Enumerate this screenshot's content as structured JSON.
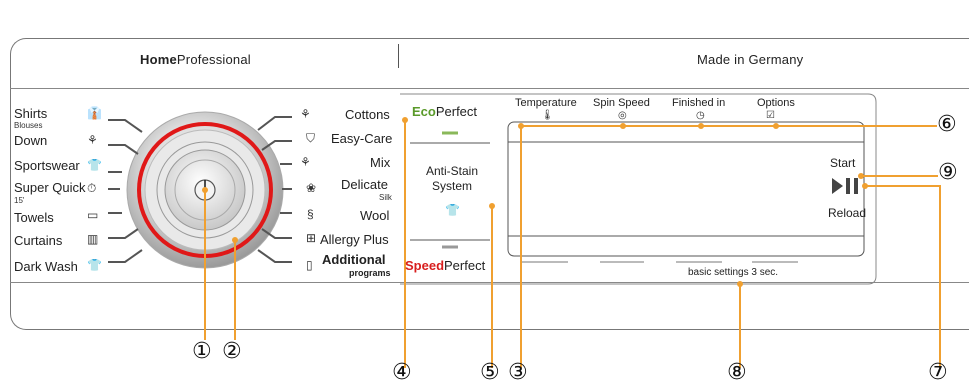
{
  "header": {
    "brand_bold": "Home",
    "brand_regular": "Professional",
    "made_in": "Made in Germany"
  },
  "programs_left": [
    {
      "label": "Shirts",
      "sub": "Blouses",
      "icon": "shirt-icon",
      "glyph": "👔"
    },
    {
      "label": "Down",
      "sub": "",
      "icon": "feather-icon",
      "glyph": "⚘"
    },
    {
      "label": "Sportswear",
      "sub": "",
      "icon": "sport-shirt-icon",
      "glyph": "👕"
    },
    {
      "label": "Super Quick",
      "sub": "15'",
      "icon": "stopwatch-icon",
      "glyph": "⏱"
    },
    {
      "label": "Towels",
      "sub": "",
      "icon": "towel-icon",
      "glyph": "▭"
    },
    {
      "label": "Curtains",
      "sub": "",
      "icon": "curtain-icon",
      "glyph": "▥"
    },
    {
      "label": "Dark Wash",
      "sub": "",
      "icon": "dark-shirt-icon",
      "glyph": "👕"
    }
  ],
  "programs_right": [
    {
      "label": "Cottons",
      "sub": "",
      "icon": "cottons-icon",
      "glyph": "⚘"
    },
    {
      "label": "Easy-Care",
      "sub": "",
      "icon": "easy-care-icon",
      "glyph": "⛉"
    },
    {
      "label": "Mix",
      "sub": "",
      "icon": "mix-icon",
      "glyph": "⚘"
    },
    {
      "label": "Delicate",
      "sub": "Silk",
      "icon": "delicate-icon",
      "glyph": "❀"
    },
    {
      "label": "Wool",
      "sub": "",
      "icon": "wool-icon",
      "glyph": "§"
    },
    {
      "label": "Allergy Plus",
      "sub": "",
      "icon": "allergy-plus-icon",
      "glyph": "⊞"
    },
    {
      "label": "Additional",
      "sub": "programs",
      "icon": "additional-icon",
      "glyph": "▯"
    }
  ],
  "options": {
    "eco_bold": "Eco",
    "eco_regular": "Perfect",
    "anti_stain_line1": "Anti-Stain",
    "anti_stain_line2": "System",
    "speed_bold": "Speed",
    "speed_regular": "Perfect"
  },
  "display": {
    "temperature": "Temperature",
    "spin_speed": "Spin Speed",
    "finished_in": "Finished in",
    "options": "Options",
    "basic_settings": "basic settings 3 sec."
  },
  "controls": {
    "start": "Start",
    "reload": "Reload"
  },
  "callouts": [
    "①",
    "②",
    "③",
    "④",
    "⑤",
    "⑥",
    "⑦",
    "⑧",
    "⑨"
  ],
  "colors": {
    "eco_green": "#5a9a2a",
    "speed_red": "#d81e1e",
    "callout_orange": "#f0a030",
    "dial_ring_red": "#e01818"
  }
}
